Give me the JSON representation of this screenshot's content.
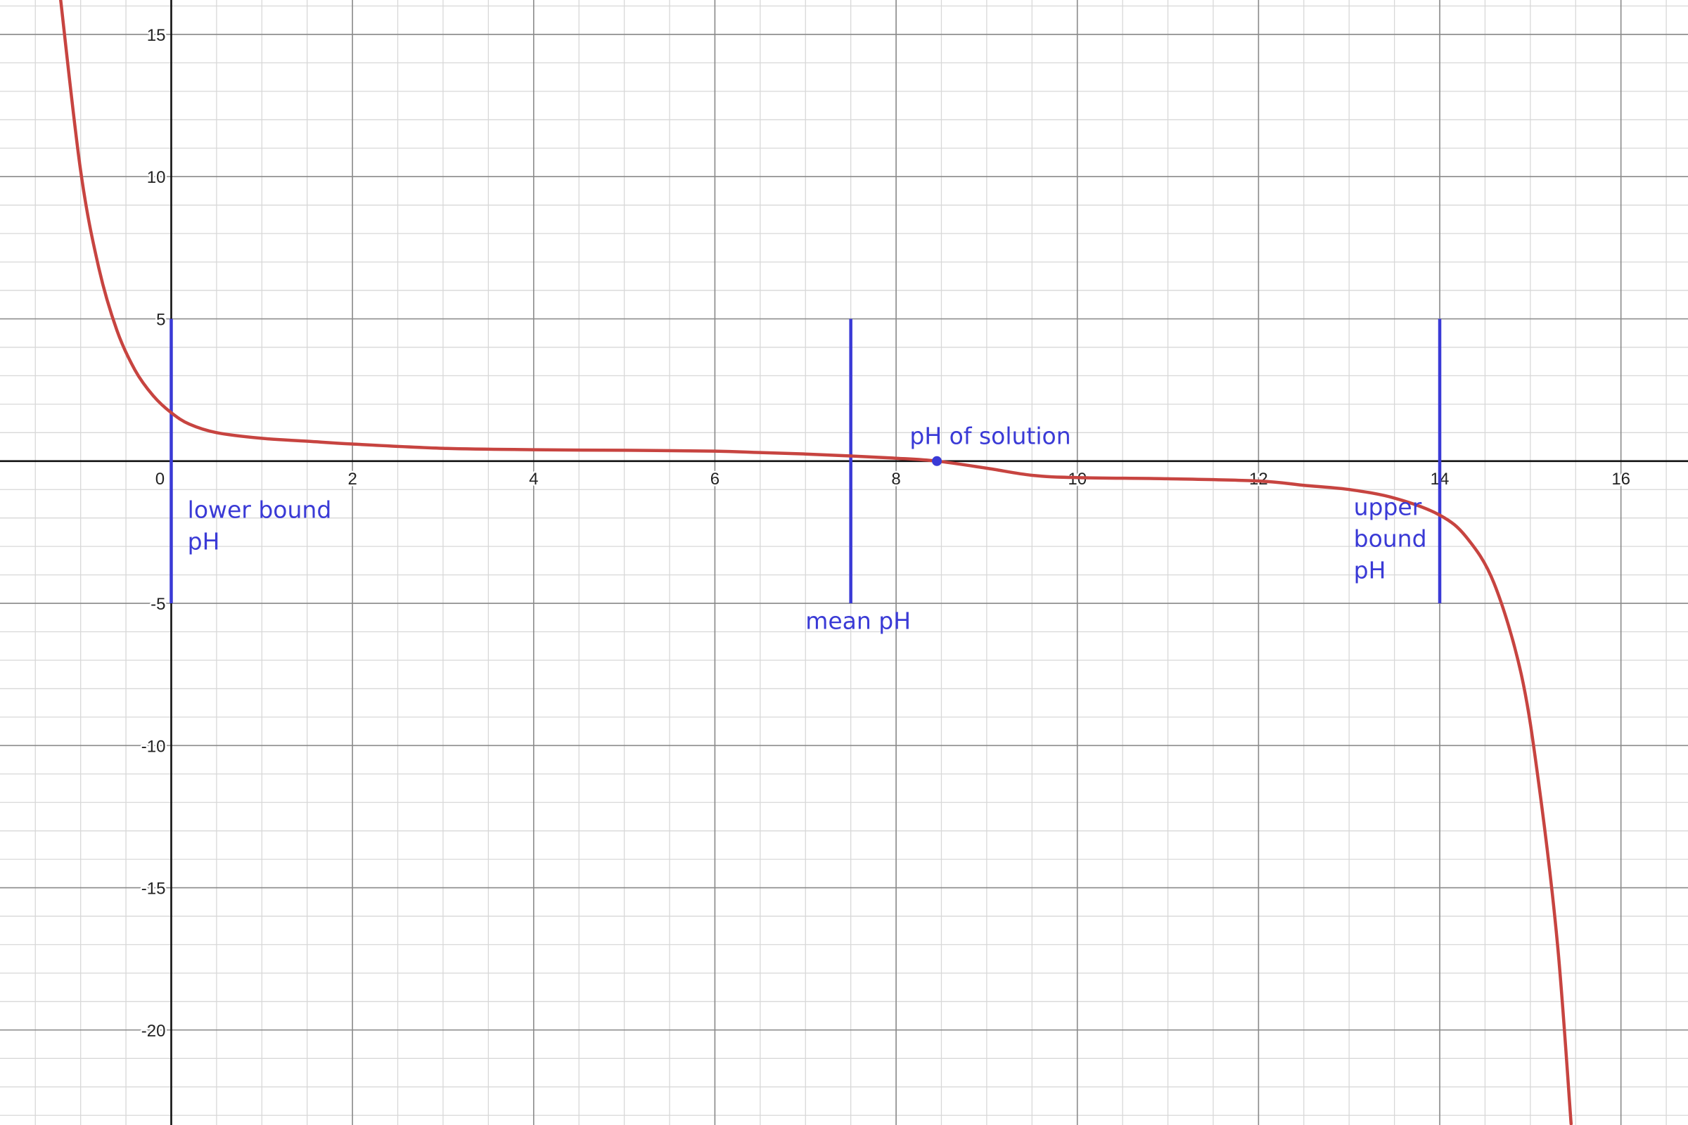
{
  "chart_data": {
    "type": "line",
    "title": "",
    "xlabel": "",
    "ylabel": "",
    "xlim": [
      -1.89,
      16.74
    ],
    "ylim": [
      -23.34,
      16.21
    ],
    "grid": true,
    "x_ticks": [
      0,
      2,
      4,
      6,
      8,
      10,
      12,
      14,
      16
    ],
    "y_ticks": [
      15,
      10,
      5,
      -5,
      -10,
      -15,
      -20
    ],
    "x_tick_labels": [
      "0",
      "2",
      "4",
      "6",
      "8",
      "10",
      "12",
      "14",
      "16"
    ],
    "y_tick_labels": [
      "15",
      "10",
      "5",
      "-5",
      "-10",
      "-15",
      "-20"
    ],
    "series": [
      {
        "color": "#c74440",
        "x": [
          -1.22,
          -1.0,
          -0.8,
          -0.6,
          -0.4,
          -0.2,
          0.0,
          0.2,
          0.5,
          1.0,
          1.5,
          2.0,
          3.0,
          4.0,
          5.0,
          6.0,
          6.5,
          7.0,
          7.5,
          8.0,
          8.45,
          9.0,
          9.5,
          10.0,
          11.0,
          12.0,
          12.5,
          13.0,
          13.5,
          14.0,
          14.3,
          14.6,
          14.9,
          15.1,
          15.3,
          15.45
        ],
        "y": [
          16.2,
          10.2,
          6.8,
          4.6,
          3.2,
          2.3,
          1.7,
          1.3,
          1.0,
          0.8,
          0.7,
          0.6,
          0.45,
          0.4,
          0.38,
          0.35,
          0.3,
          0.25,
          0.18,
          0.1,
          0.0,
          -0.25,
          -0.5,
          -0.58,
          -0.62,
          -0.7,
          -0.85,
          -1.0,
          -1.3,
          -1.9,
          -2.7,
          -4.3,
          -7.5,
          -11.5,
          -17.0,
          -23.3
        ]
      }
    ],
    "vertical_segments": [
      {
        "x": 0,
        "y_range": [
          -5,
          5
        ],
        "color": "#3a3ad6"
      },
      {
        "x": 7.5,
        "y_range": [
          -5,
          5
        ],
        "color": "#3a3ad6"
      },
      {
        "x": 14,
        "y_range": [
          -5,
          5
        ],
        "color": "#3a3ad6"
      }
    ],
    "points": [
      {
        "x": 8.45,
        "y": 0,
        "color": "#3a3ad6"
      }
    ],
    "annotations": [
      {
        "lines": [
          "lower bound",
          "pH"
        ],
        "x": 0.18,
        "y": -2.0
      },
      {
        "lines": [
          "mean pH"
        ],
        "x": 7.0,
        "y": -5.9
      },
      {
        "lines": [
          "pH of solution"
        ],
        "x": 8.15,
        "y": 0.6
      },
      {
        "lines": [
          "upper",
          "bound",
          "pH"
        ],
        "x": 13.05,
        "y": -1.9
      }
    ],
    "colors": {
      "curve": "#c74440",
      "marker": "#3a3ad6",
      "axis": "#111111",
      "grid_major": "#8a8a8a",
      "grid_minor": "#d8d8d8"
    }
  }
}
